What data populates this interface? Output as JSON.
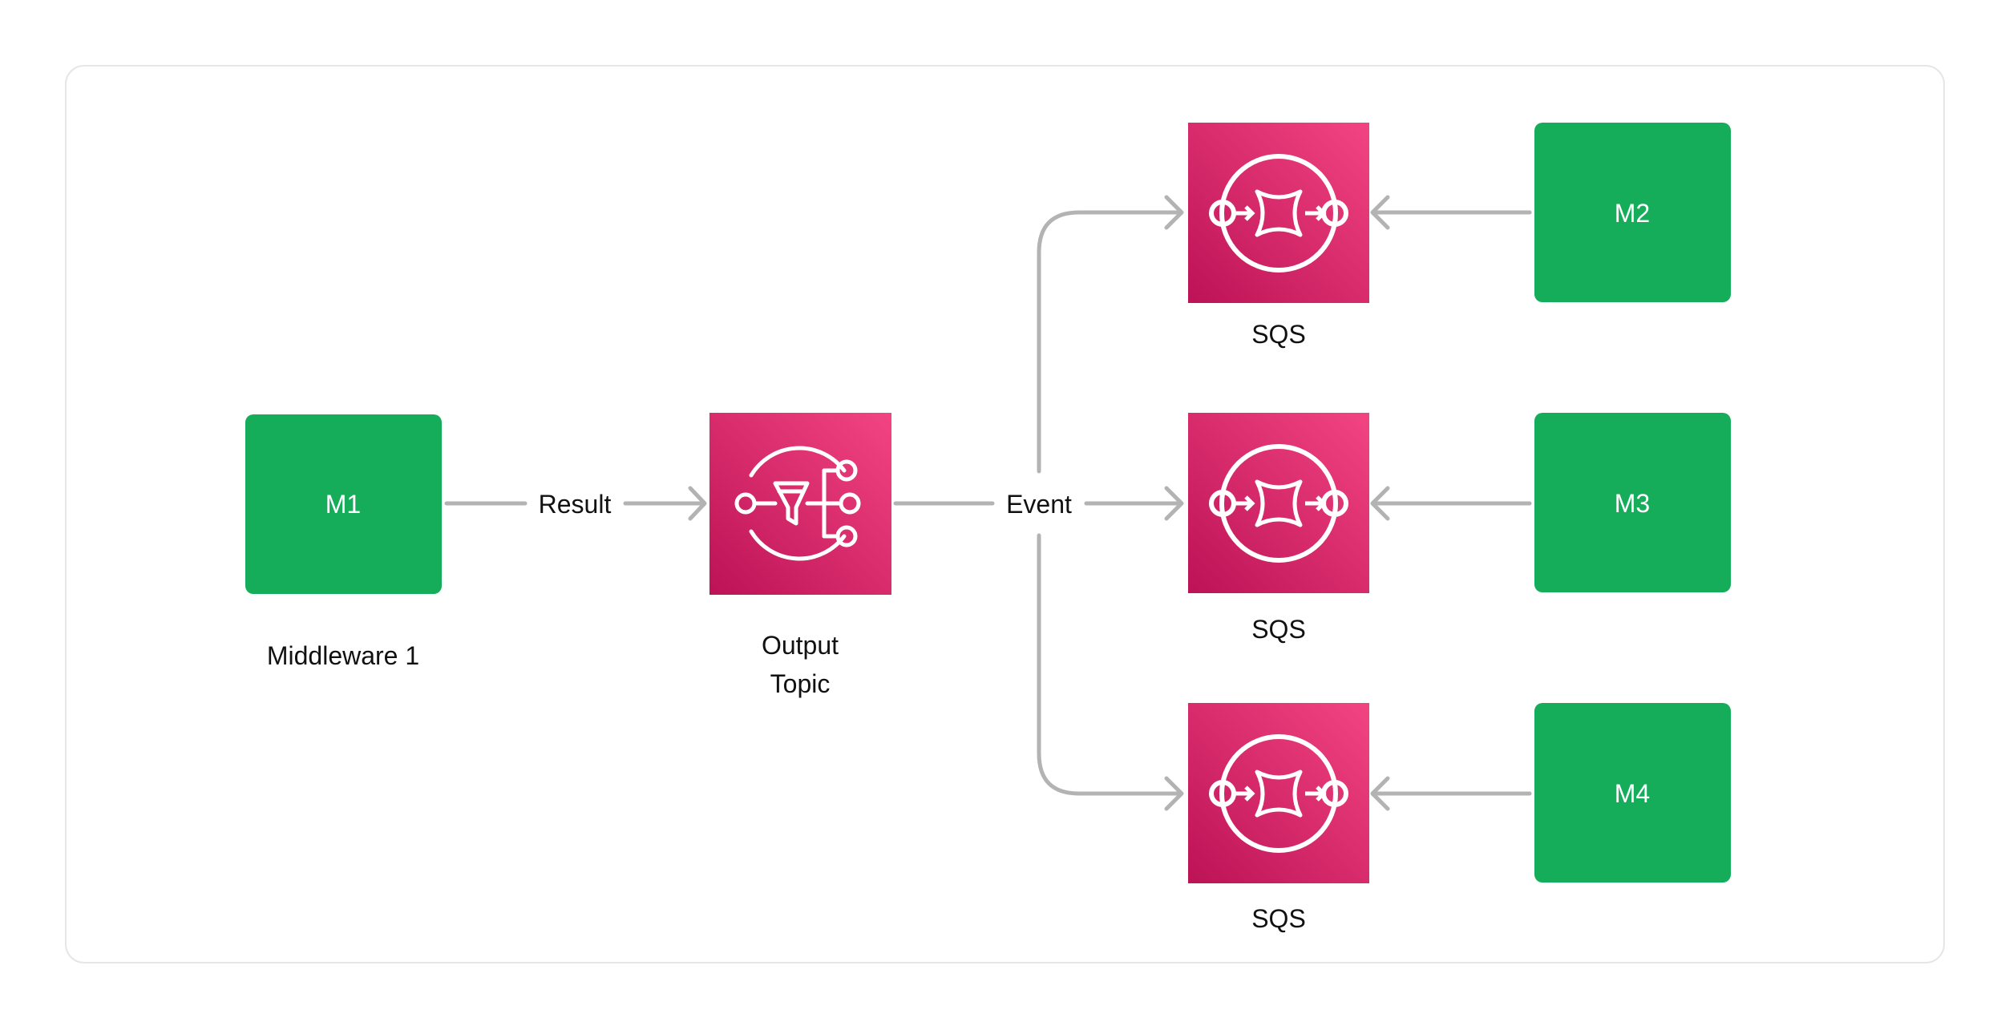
{
  "colors": {
    "middleware": "#16ad5a",
    "aws_gradient_top": "#f34482",
    "aws_gradient_bottom": "#bc1356",
    "connector": "#b3b3b3",
    "frame_border": "#e6e6e6",
    "text": "#111111"
  },
  "nodes": {
    "m1": {
      "label": "M1",
      "caption": "Middleware 1"
    },
    "topic": {
      "icon": "sns-topic-icon",
      "caption_line1": "Output",
      "caption_line2": "Topic"
    },
    "sqs1": {
      "icon": "sqs-queue-icon",
      "caption": "SQS"
    },
    "sqs2": {
      "icon": "sqs-queue-icon",
      "caption": "SQS"
    },
    "sqs3": {
      "icon": "sqs-queue-icon",
      "caption": "SQS"
    },
    "m2": {
      "label": "M2"
    },
    "m3": {
      "label": "M3"
    },
    "m4": {
      "label": "M4"
    }
  },
  "edges": {
    "result": "Result",
    "event": "Event"
  }
}
